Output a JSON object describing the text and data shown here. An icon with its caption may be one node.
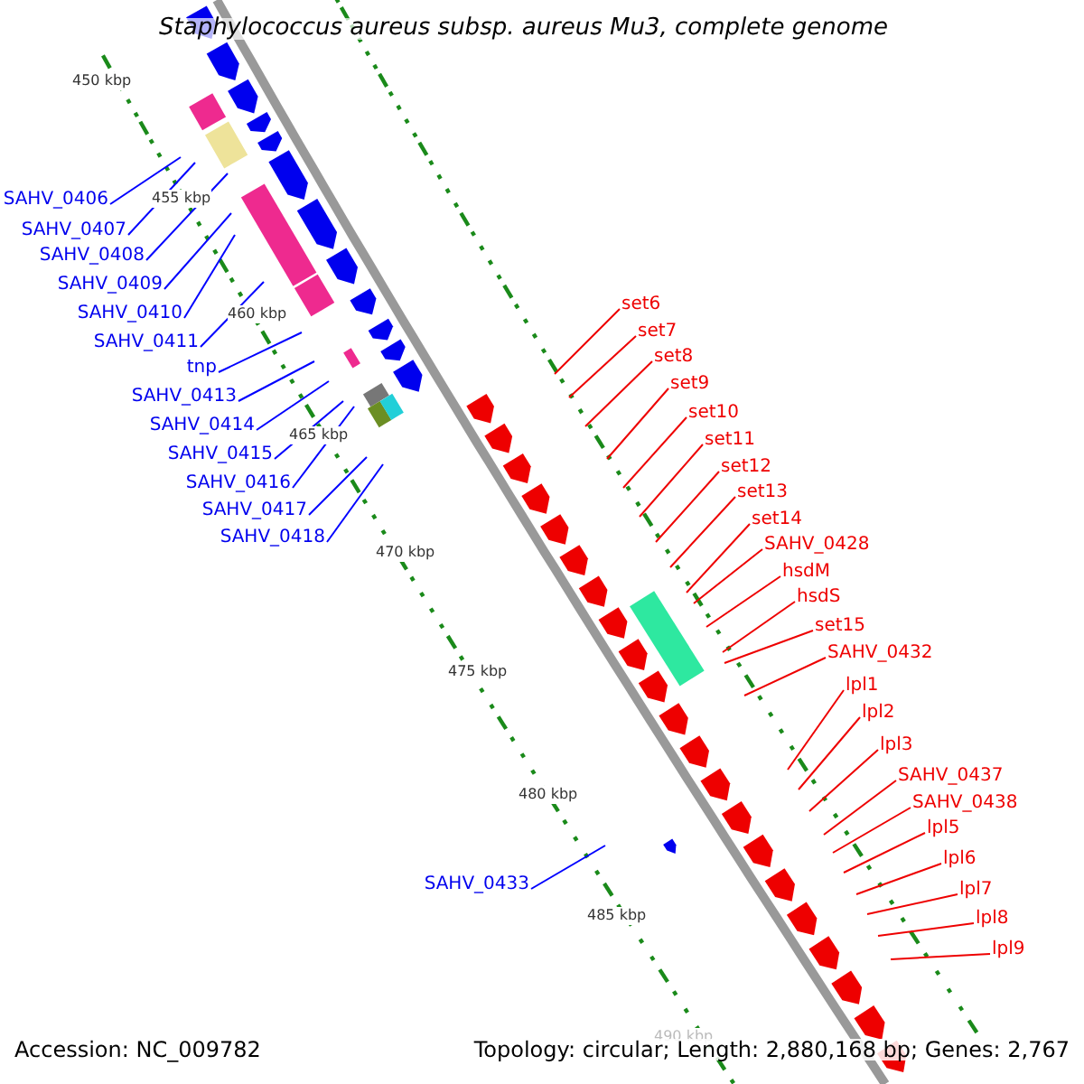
{
  "diagram": {
    "title": "Staphylococcus aureus subsp. aureus Mu3, complete genome",
    "nodes": [
      {
        "text": [
          "SAHV_0406"
        ]
      },
      {
        "text": [
          "SAHV_0407"
        ]
      },
      {
        "text": [
          "SAHV_0408"
        ]
      },
      {
        "text": [
          "SAHV_0409"
        ]
      },
      {
        "text": [
          "SAHV_0410"
        ]
      },
      {
        "text": [
          "SAHV_0411"
        ]
      },
      {
        "text": [
          "tnp"
        ]
      },
      {
        "text": [
          "SAHV_0413"
        ]
      },
      {
        "text": [
          "SAHV_0414"
        ]
      },
      {
        "text": [
          "SAHV_0415"
        ]
      },
      {
        "text": [
          "SAHV_0416"
        ]
      },
      {
        "text": [
          "SAHV_0417"
        ]
      },
      {
        "text": [
          "SAHV_0418"
        ]
      },
      {
        "text": [
          "set6"
        ]
      },
      {
        "text": [
          "set7"
        ]
      },
      {
        "text": [
          "set8"
        ]
      },
      {
        "text": [
          "set9"
        ]
      },
      {
        "text": [
          "set10"
        ]
      },
      {
        "text": [
          "set11"
        ]
      },
      {
        "text": [
          "set12"
        ]
      },
      {
        "text": [
          "set13"
        ]
      },
      {
        "text": [
          "set14"
        ]
      },
      {
        "text": [
          "SAHV_0428"
        ]
      },
      {
        "text": [
          "hsdM"
        ]
      },
      {
        "text": [
          "hsdS"
        ]
      },
      {
        "text": [
          "set15"
        ]
      },
      {
        "text": [
          "SAHV_0432"
        ]
      },
      {
        "text": [
          "lpl1"
        ]
      },
      {
        "text": [
          "lpl2"
        ]
      },
      {
        "text": [
          "lpl3"
        ]
      },
      {
        "text": [
          "SAHV_0437"
        ]
      },
      {
        "text": [
          "SAHV_0438"
        ]
      },
      {
        "text": [
          "lpl5"
        ]
      },
      {
        "text": [
          "lpl6"
        ]
      },
      {
        "text": [
          "lpl7"
        ]
      },
      {
        "text": [
          "lpl8"
        ]
      },
      {
        "text": [
          "lpl9"
        ]
      },
      {
        "text": [
          "SAHV_0433"
        ]
      }
    ],
    "edges": [
      {
        "from": 0,
        "to": null,
        "arrow": "none",
        "color": "#0000ff"
      },
      {
        "from": 1,
        "to": null,
        "arrow": "none",
        "color": "#0000ff"
      },
      {
        "from": 2,
        "to": null,
        "arrow": "none",
        "color": "#0000ff"
      },
      {
        "from": 3,
        "to": null,
        "arrow": "none",
        "color": "#0000ff"
      },
      {
        "from": 4,
        "to": null,
        "arrow": "none",
        "color": "#0000ff"
      },
      {
        "from": 5,
        "to": null,
        "arrow": "none",
        "color": "#0000ff"
      },
      {
        "from": 6,
        "to": null,
        "arrow": "none",
        "color": "#0000ff"
      },
      {
        "from": 7,
        "to": null,
        "arrow": "none",
        "color": "#0000ff"
      },
      {
        "from": 8,
        "to": null,
        "arrow": "none",
        "color": "#0000ff"
      },
      {
        "from": 9,
        "to": null,
        "arrow": "none",
        "color": "#0000ff"
      },
      {
        "from": 10,
        "to": null,
        "arrow": "none",
        "color": "#0000ff"
      },
      {
        "from": 11,
        "to": null,
        "arrow": "none",
        "color": "#0000ff"
      },
      {
        "from": 12,
        "to": null,
        "arrow": "none",
        "color": "#0000ff"
      },
      {
        "from": 13,
        "to": null,
        "arrow": "none"
      },
      {
        "from": 14,
        "to": null,
        "arrow": "none"
      },
      {
        "from": 15,
        "to": null,
        "arrow": "none"
      },
      {
        "from": 16,
        "to": null,
        "arrow": "none"
      },
      {
        "from": 17,
        "to": null,
        "arrow": "none"
      },
      {
        "from": 18,
        "to": null,
        "arrow": "none"
      },
      {
        "from": 19,
        "to": null,
        "arrow": "none"
      },
      {
        "from": 20,
        "to": null,
        "arrow": "none"
      },
      {
        "from": 21,
        "to": null,
        "arrow": "none"
      },
      {
        "from": 22,
        "to": null,
        "arrow": "none"
      },
      {
        "from": 23,
        "to": null,
        "arrow": "none"
      },
      {
        "from": 24,
        "to": null,
        "arrow": "none"
      },
      {
        "from": 25,
        "to": null,
        "arrow": "none"
      },
      {
        "from": 26,
        "to": null,
        "arrow": "none"
      },
      {
        "from": 27,
        "to": null,
        "arrow": "none"
      },
      {
        "from": 28,
        "to": null,
        "arrow": "none"
      },
      {
        "from": 29,
        "to": null,
        "arrow": "none"
      },
      {
        "from": 30,
        "to": null,
        "arrow": "none"
      },
      {
        "from": 31,
        "to": null,
        "arrow": "none"
      },
      {
        "from": 32,
        "to": null,
        "arrow": "none"
      },
      {
        "from": 33,
        "to": null,
        "arrow": "none"
      },
      {
        "from": 34,
        "to": null,
        "arrow": "none"
      },
      {
        "from": 35,
        "to": null,
        "arrow": "none"
      },
      {
        "from": 36,
        "to": null,
        "arrow": "none"
      },
      {
        "from": 37,
        "to": null,
        "arrow": "none",
        "color": "#0000ff"
      }
    ],
    "labels": [
      "450 kbp",
      "455 kbp",
      "460 kbp",
      "465 kbp",
      "470 kbp",
      "475 kbp",
      "480 kbp",
      "485 kbp",
      "490 kbp",
      "Accession: NC_009782",
      "Topology: circular; Length: 2,880,168 bp; Genes: 2,767"
    ]
  }
}
